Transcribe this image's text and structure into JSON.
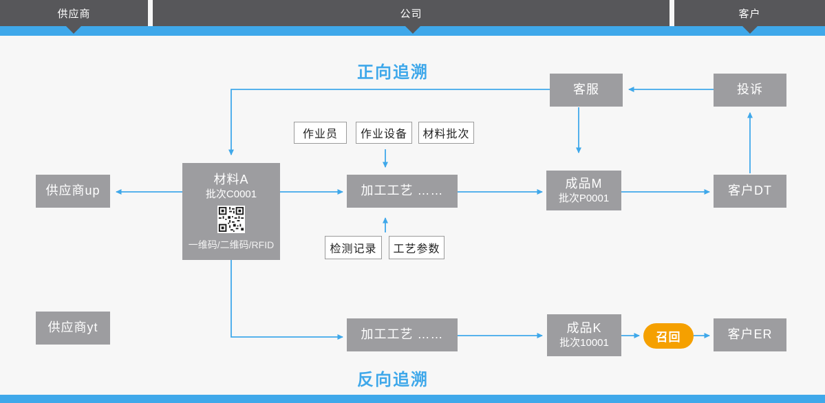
{
  "header": {
    "sections": [
      {
        "label": "供应商"
      },
      {
        "label": "公司"
      },
      {
        "label": "客户"
      }
    ]
  },
  "titles": {
    "forward": "正向追溯",
    "backward": "反向追溯"
  },
  "nodes": {
    "customer_service": {
      "label": "客服"
    },
    "complaint": {
      "label": "投诉"
    },
    "supplier_up": {
      "label": "供应商up"
    },
    "material_a": {
      "title": "材料A",
      "batch": "批次C0001",
      "code_caption": "一维码/二维码/RFID"
    },
    "process_1": {
      "label": "加工工艺 ……"
    },
    "product_m": {
      "title": "成品M",
      "batch": "批次P0001"
    },
    "customer_dt": {
      "label": "客户DT"
    },
    "operator": {
      "label": "作业员"
    },
    "equipment": {
      "label": "作业设备"
    },
    "material_batch": {
      "label": "材料批次"
    },
    "inspection_record": {
      "label": "检测记录"
    },
    "process_params": {
      "label": "工艺参数"
    },
    "supplier_yt": {
      "label": "供应商yt"
    },
    "process_2": {
      "label": "加工工艺 ……"
    },
    "product_k": {
      "title": "成品K",
      "batch": "批次10001"
    },
    "recall": {
      "label": "召回"
    },
    "customer_er": {
      "label": "客户ER"
    }
  },
  "colors": {
    "accent_blue": "#3FA8EA",
    "header_dark": "#57575A",
    "node_gray": "#9D9DA0",
    "recall_orange": "#F5A000",
    "page_bg": "#F7F7F7"
  }
}
